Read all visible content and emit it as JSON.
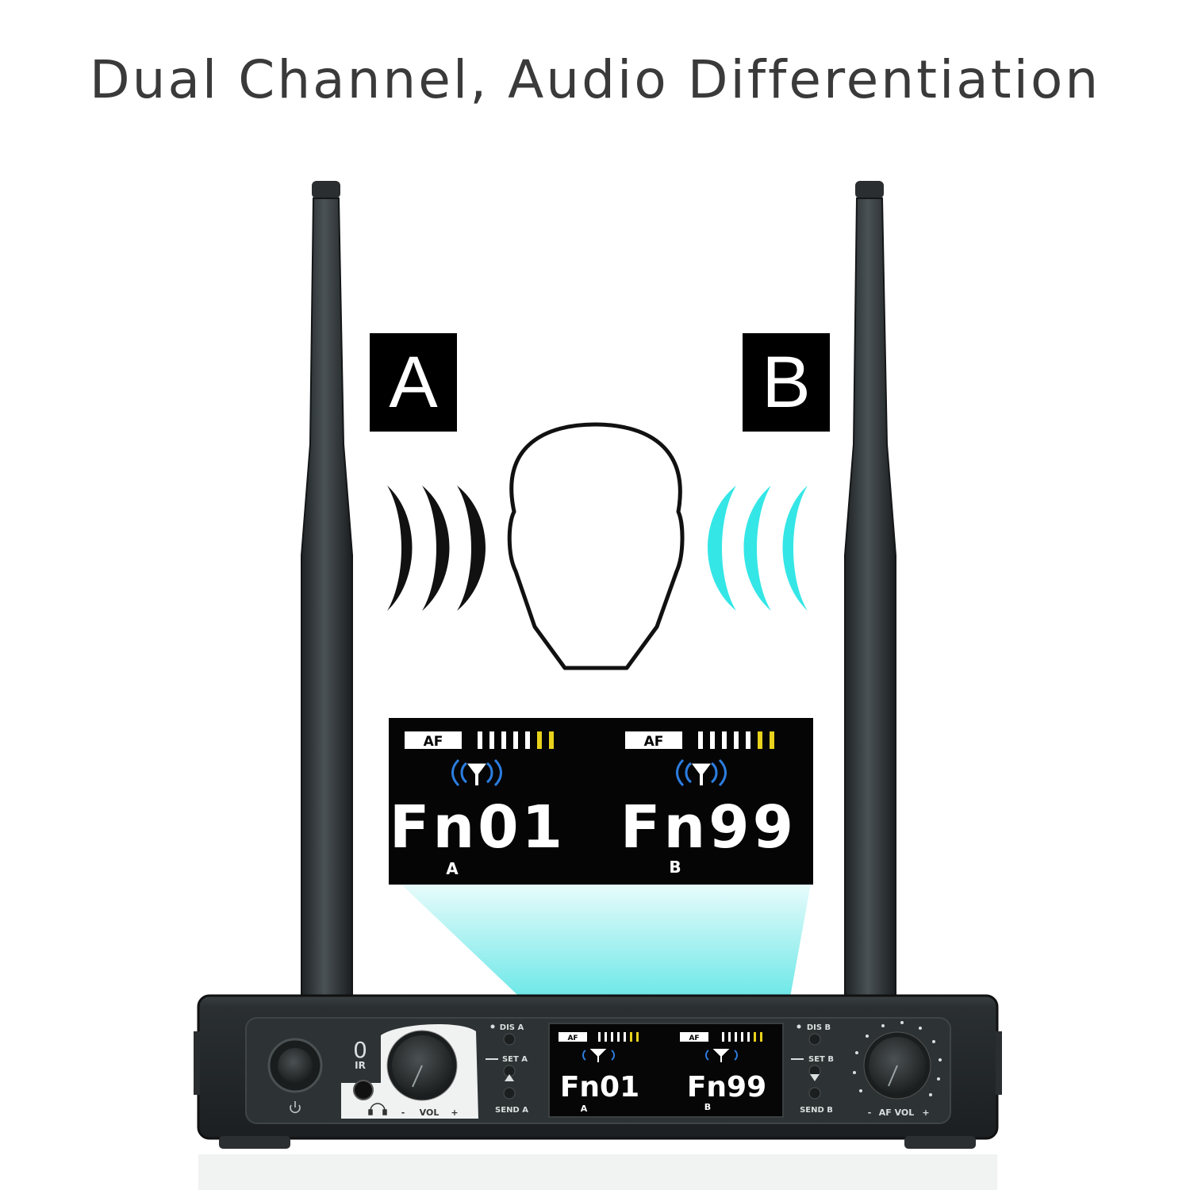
{
  "title": "Dual Channel, Audio Differentiation",
  "channels": {
    "a": {
      "label": "A"
    },
    "b": {
      "label": "B"
    }
  },
  "lcd": {
    "af_label": "AF",
    "channel_a": {
      "code": "Fn01",
      "letter": "A"
    },
    "channel_b": {
      "code": "Fn99",
      "letter": "B"
    }
  },
  "receiver": {
    "ir_label": "IR",
    "ir_mark": "0",
    "vol_label": "VOL",
    "vol_minus": "-",
    "vol_plus": "+",
    "dis_a": "DIS A",
    "set_a": "SET A",
    "send_a": "SEND A",
    "dis_b": "DIS B",
    "set_b": "SET B",
    "send_b": "SEND B",
    "af_vol_label": "AF VOL",
    "af_vol_minus": "-",
    "af_vol_plus": "+"
  },
  "colors": {
    "wave_b": "#35e6e6",
    "wave_a": "#111111",
    "level_green": "#ffffff",
    "level_yellow": "#e8d21c",
    "signal_blue": "#2c7de0",
    "beam": "#3ee0e0"
  }
}
